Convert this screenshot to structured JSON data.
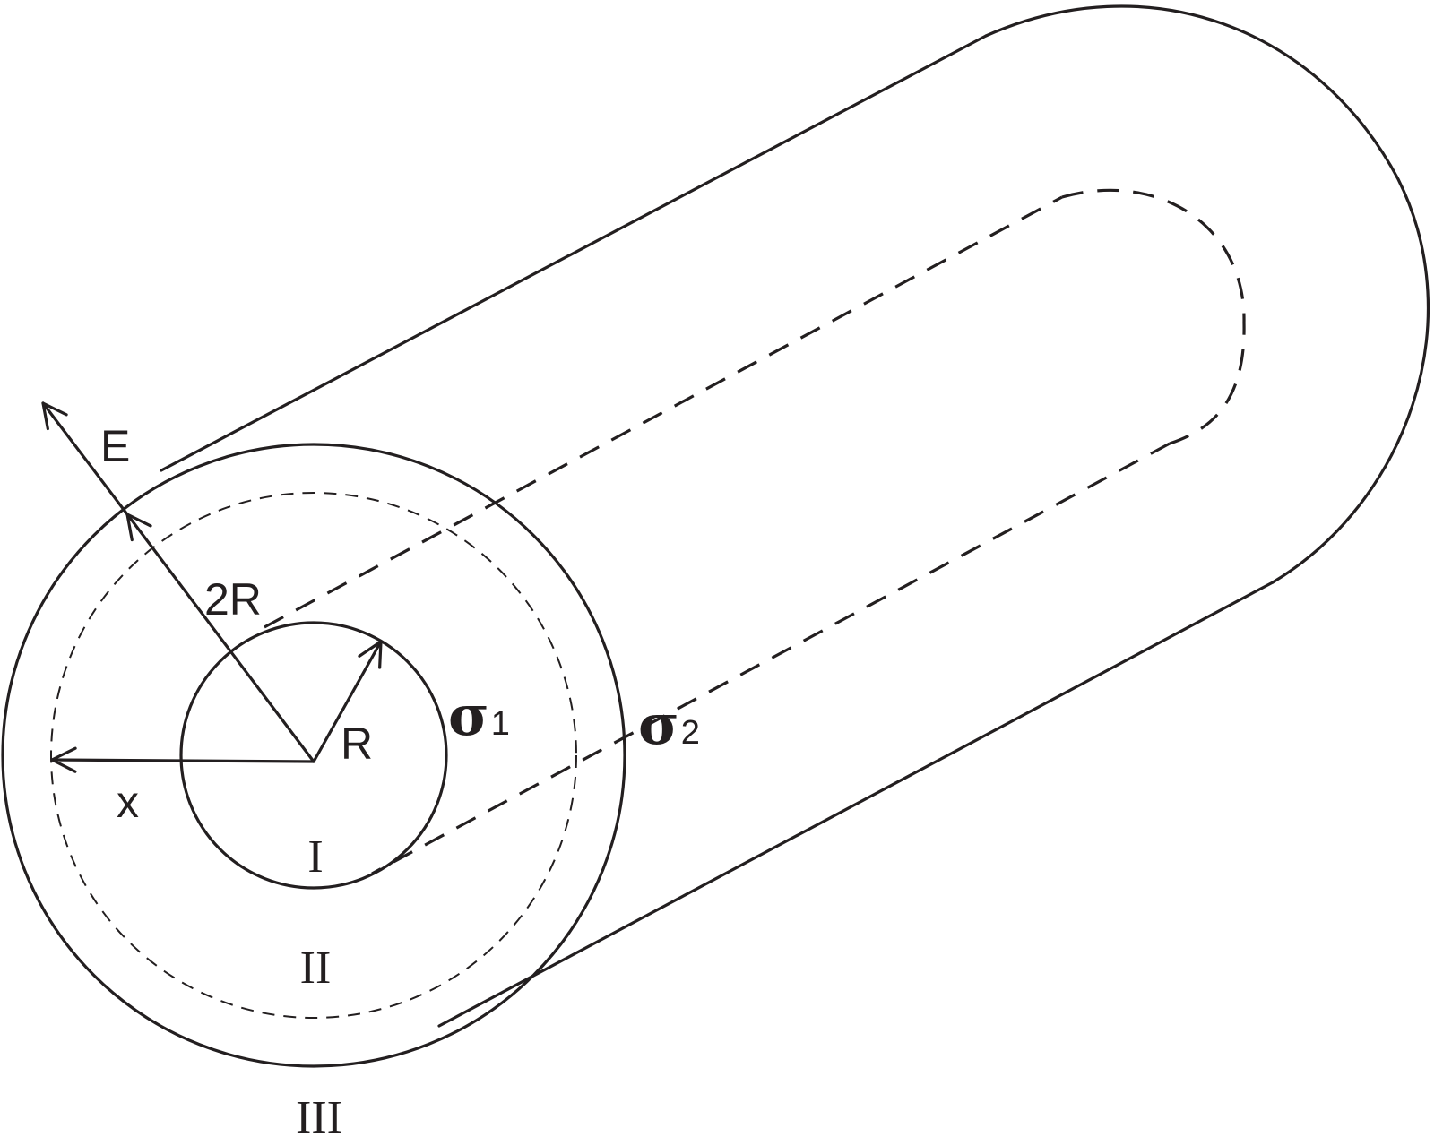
{
  "labels": {
    "field": "E",
    "outer_radius": "2R",
    "inner_radius": "R",
    "distance": "x",
    "sigma_symbol": "σ",
    "sigma1_sub": "1",
    "sigma2_sub": "2",
    "region_1": "I",
    "region_2": "II",
    "region_3": "III"
  }
}
